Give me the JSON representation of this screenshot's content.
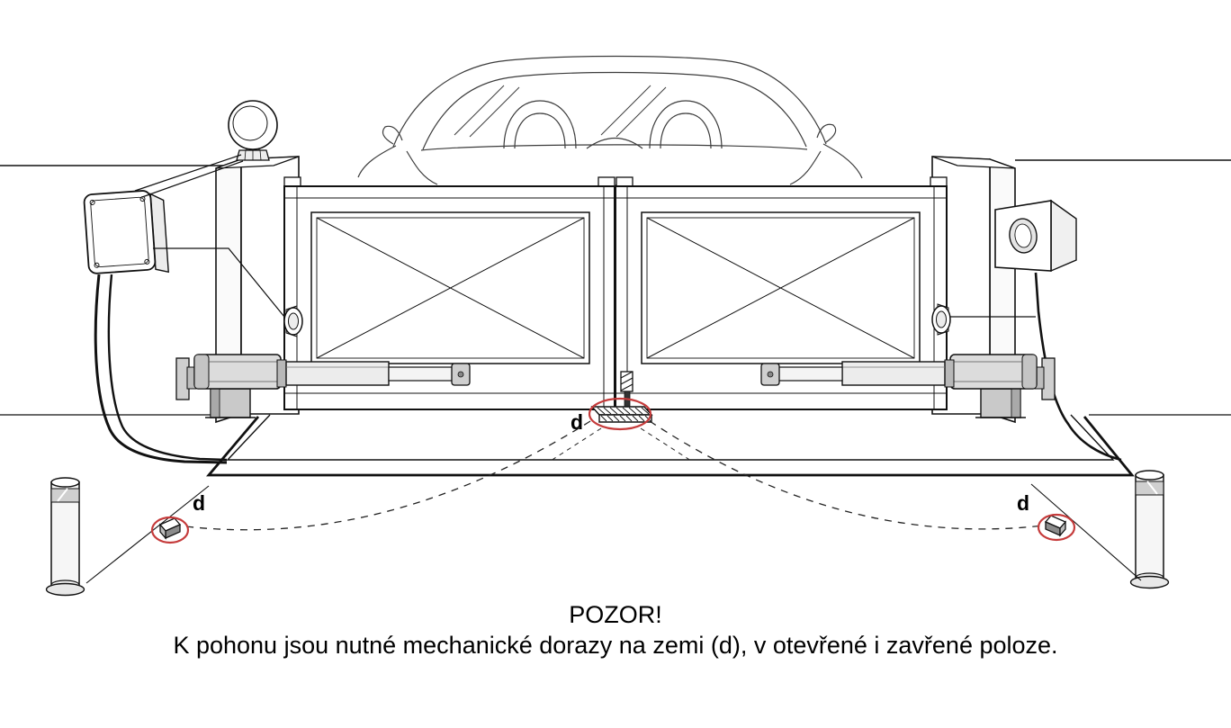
{
  "diagram": {
    "caption": {
      "title": "POZOR!",
      "body": "K pohonu jsou nutné mechanické dorazy na zemi (d), v otevřené i zavřené poloze."
    },
    "markers": {
      "closed_stop": "d",
      "open_stop_left": "d",
      "open_stop_right": "d"
    },
    "colors": {
      "highlight_red": "#c53b3b",
      "line": "#111111"
    }
  }
}
